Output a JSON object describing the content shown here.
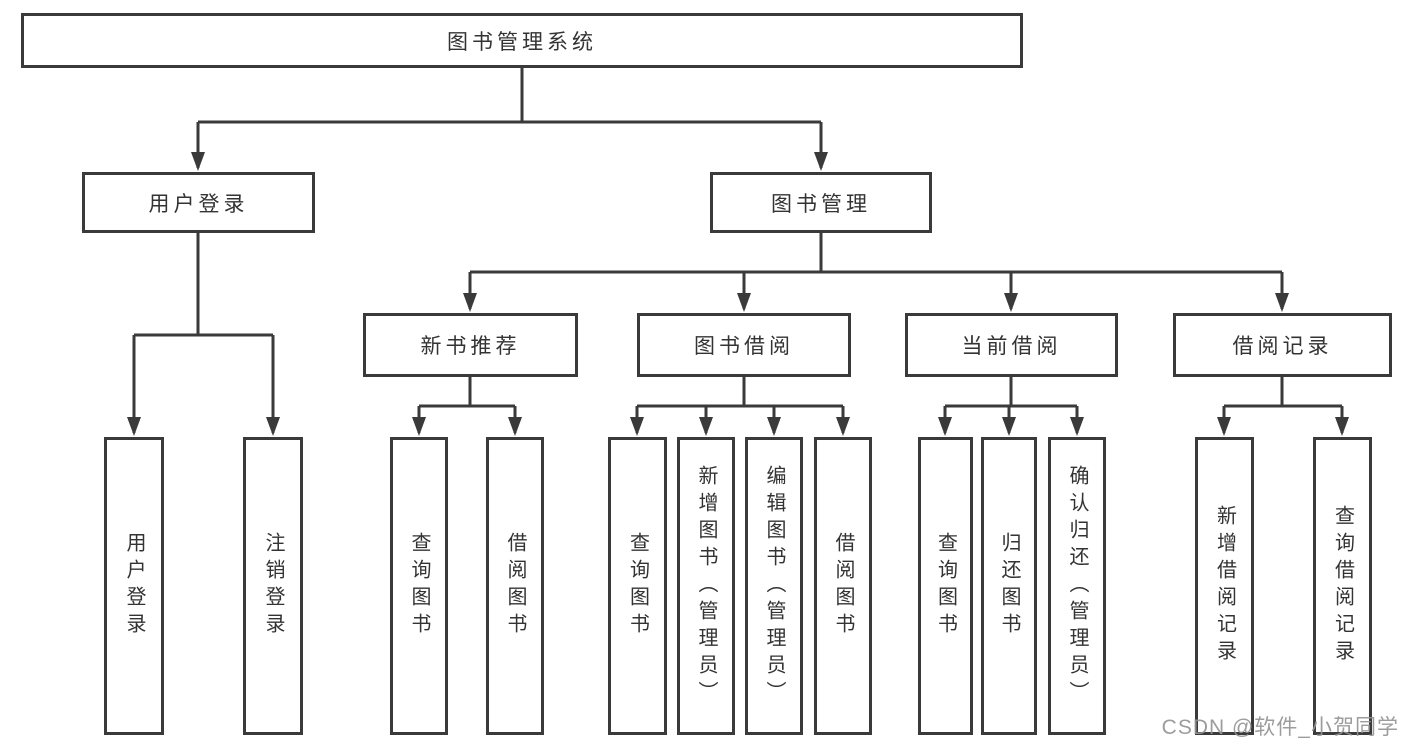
{
  "diagram": {
    "root": {
      "label": "图书管理系统"
    },
    "level2": [
      {
        "label": "用户登录"
      },
      {
        "label": "图书管理"
      }
    ],
    "level3": [
      {
        "label": "新书推荐"
      },
      {
        "label": "图书借阅"
      },
      {
        "label": "当前借阅"
      },
      {
        "label": "借阅记录"
      }
    ],
    "leaves": [
      {
        "parent": "用户登录",
        "label": "用户登录"
      },
      {
        "parent": "用户登录",
        "label": "注销登录"
      },
      {
        "parent": "新书推荐",
        "label": "查询图书"
      },
      {
        "parent": "新书推荐",
        "label": "借阅图书"
      },
      {
        "parent": "图书借阅",
        "label": "查询图书"
      },
      {
        "parent": "图书借阅",
        "label": "新增图书（管理员）"
      },
      {
        "parent": "图书借阅",
        "label": "编辑图书（管理员）"
      },
      {
        "parent": "图书借阅",
        "label": "借阅图书"
      },
      {
        "parent": "当前借阅",
        "label": "查询图书"
      },
      {
        "parent": "当前借阅",
        "label": "归还图书"
      },
      {
        "parent": "当前借阅",
        "label": "确认归还（管理员）"
      },
      {
        "parent": "借阅记录",
        "label": "新增借阅记录"
      },
      {
        "parent": "借阅记录",
        "label": "查询借阅记录"
      }
    ]
  },
  "watermark": {
    "text": "CSDN @软件_小贺同学"
  },
  "colors": {
    "line": "#3a3a3a",
    "text": "#333333",
    "watermark": "#949494",
    "background": "#ffffff"
  }
}
